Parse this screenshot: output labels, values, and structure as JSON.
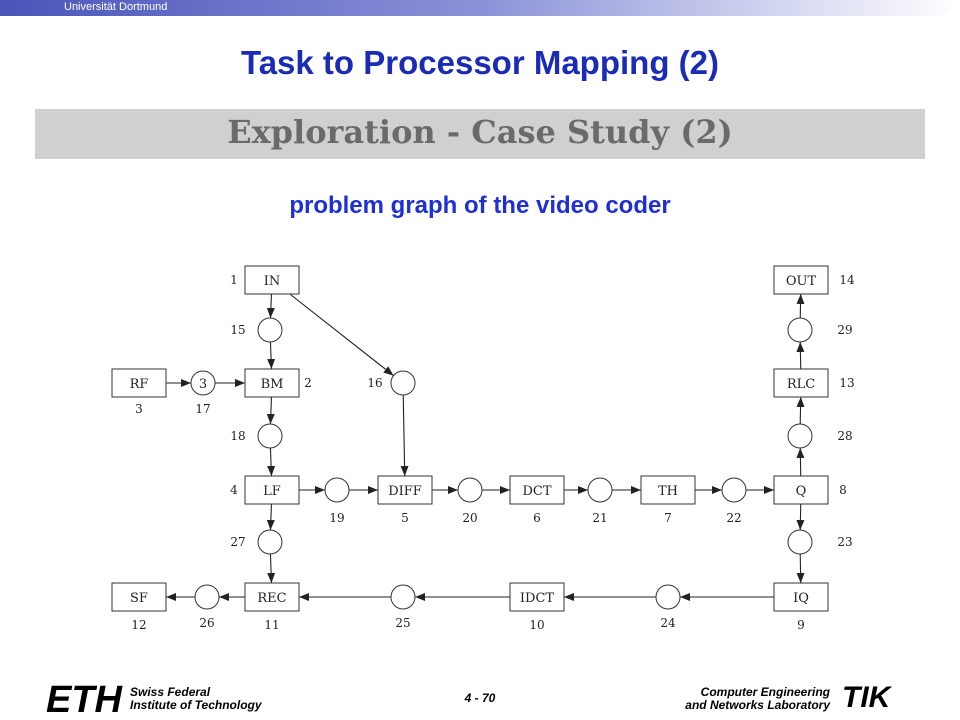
{
  "header": {
    "university": "Universität Dortmund",
    "title": "Task to Processor Mapping (2)",
    "subtitle_part1": "Exploration",
    "subtitle_part2": " - Case Study (2)"
  },
  "graph": {
    "title": "problem graph of the video coder",
    "nodes": [
      {
        "id": "IN",
        "label": "IN",
        "num": "1"
      },
      {
        "id": "BM",
        "label": "BM",
        "num": "2"
      },
      {
        "id": "RF",
        "label": "RF",
        "num": "3"
      },
      {
        "id": "LF",
        "label": "LF",
        "num": "4"
      },
      {
        "id": "DIFF",
        "label": "DIFF",
        "num": "5"
      },
      {
        "id": "DCT",
        "label": "DCT",
        "num": "6"
      },
      {
        "id": "TH",
        "label": "TH",
        "num": "7"
      },
      {
        "id": "Q",
        "label": "Q",
        "num": "8"
      },
      {
        "id": "IQ",
        "label": "IQ",
        "num": "9"
      },
      {
        "id": "IDCT",
        "label": "IDCT",
        "num": "10"
      },
      {
        "id": "REC",
        "label": "REC",
        "num": "11"
      },
      {
        "id": "SF",
        "label": "SF",
        "num": "12"
      },
      {
        "id": "RLC",
        "label": "RLC",
        "num": "13"
      },
      {
        "id": "OUT",
        "label": "OUT",
        "num": "14"
      }
    ],
    "channels": [
      {
        "id": "c15",
        "num": "15"
      },
      {
        "id": "c16",
        "num": "16"
      },
      {
        "id": "c17",
        "num": "17",
        "inner": "3"
      },
      {
        "id": "c18",
        "num": "18"
      },
      {
        "id": "c19",
        "num": "19"
      },
      {
        "id": "c20",
        "num": "20"
      },
      {
        "id": "c21",
        "num": "21"
      },
      {
        "id": "c22",
        "num": "22"
      },
      {
        "id": "c23",
        "num": "23"
      },
      {
        "id": "c24",
        "num": "24"
      },
      {
        "id": "c25",
        "num": "25"
      },
      {
        "id": "c26",
        "num": "26"
      },
      {
        "id": "c27",
        "num": "27"
      },
      {
        "id": "c28",
        "num": "28"
      },
      {
        "id": "c29",
        "num": "29"
      }
    ]
  },
  "footer": {
    "eth_logo": "ETH",
    "eth_line1": "Swiss Federal",
    "eth_line2": "Institute of Technology",
    "page": "4 - 70",
    "ce_line1": "Computer Engineering",
    "ce_line2": "and Networks Laboratory",
    "tik_logo": "TIK"
  }
}
